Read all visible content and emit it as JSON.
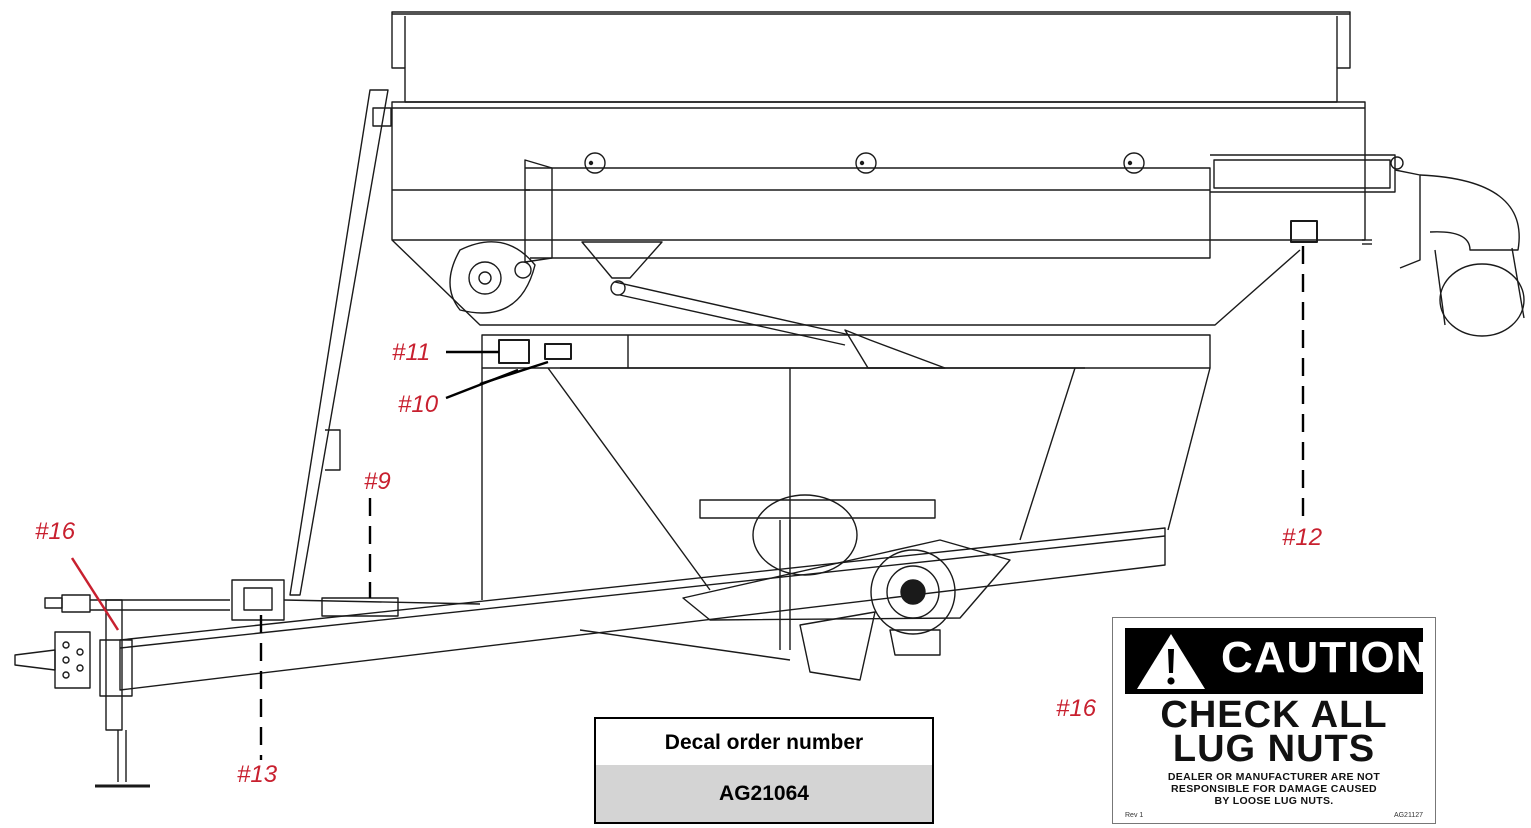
{
  "callouts": {
    "c16_left": "#16",
    "c11": "#11",
    "c10": "#10",
    "c9": "#9",
    "c12": "#12",
    "c13": "#13",
    "c16_right": "#16"
  },
  "order_table": {
    "header": "Decal order number",
    "value": "AG21064"
  },
  "decal": {
    "heading": "CAUTION",
    "line1": "CHECK ALL",
    "line2": "LUG NUTS",
    "disclaimer": [
      "DEALER OR MANUFACTURER ARE NOT",
      "RESPONSIBLE FOR DAMAGE CAUSED",
      "BY LOOSE LUG NUTS."
    ],
    "rev": "Rev 1",
    "part": "AG21127"
  },
  "colors": {
    "callout": "#c8202f",
    "line": "#1a1a1a",
    "table_fill": "#d4d4d4"
  },
  "icons": {
    "warning": "warning-triangle-icon"
  }
}
